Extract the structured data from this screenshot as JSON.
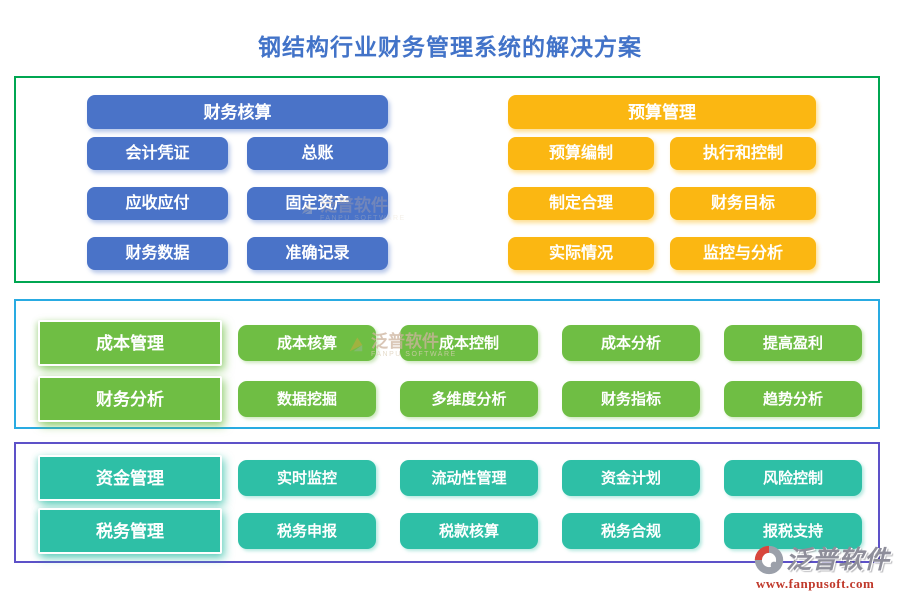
{
  "title": "钢结构行业财务管理系统的解决方案",
  "colors": {
    "title_blue": "#4273C8",
    "button_blue": "#4A73C8",
    "button_yellow": "#FBB712",
    "button_green": "#6FBE44",
    "button_teal": "#2EBFA6",
    "border_top_section": "#00A651",
    "border_middle_section": "#29ABE2",
    "border_bottom_section": "#5D51C8"
  },
  "sections": [
    {
      "groups": [
        {
          "header": "财务核算",
          "items": [
            "会计凭证",
            "总账",
            "应收应付",
            "固定资产",
            "财务数据",
            "准确记录"
          ]
        },
        {
          "header": "预算管理",
          "items": [
            "预算编制",
            "执行和控制",
            "制定合理",
            "财务目标",
            "实际情况",
            "监控与分析"
          ]
        }
      ]
    },
    {
      "rows": [
        {
          "header": "成本管理",
          "items": [
            "成本核算",
            "成本控制",
            "成本分析",
            "提高盈利"
          ]
        },
        {
          "header": "财务分析",
          "items": [
            "数据挖掘",
            "多维度分析",
            "财务指标",
            "趋势分析"
          ]
        }
      ]
    },
    {
      "rows": [
        {
          "header": "资金管理",
          "items": [
            "实时监控",
            "流动性管理",
            "资金计划",
            "风险控制"
          ]
        },
        {
          "header": "税务管理",
          "items": [
            "税务申报",
            "税款核算",
            "税务合规",
            "报税支持"
          ]
        }
      ]
    }
  ],
  "watermark": {
    "text": "泛普软件",
    "subtext": "FANPU SOFTWARE"
  },
  "logo": {
    "name": "泛普软件",
    "url": "www.fanpusoft.com"
  }
}
